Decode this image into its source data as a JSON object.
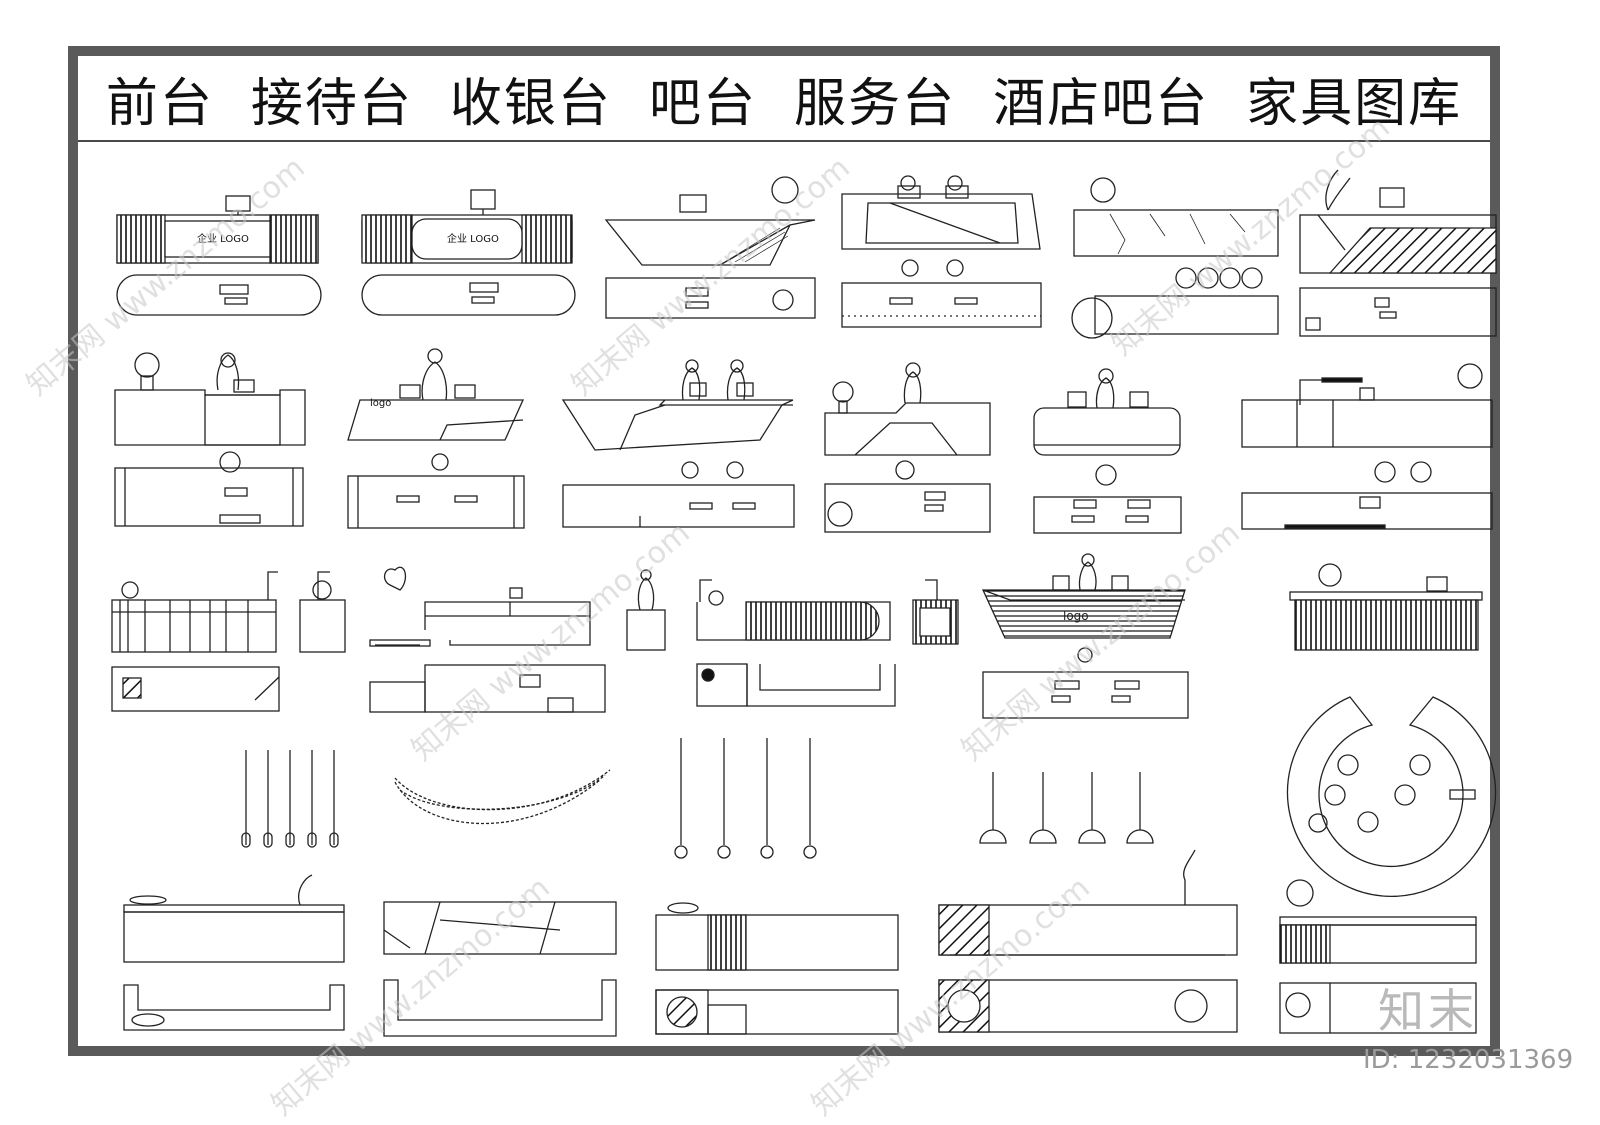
{
  "title": "前台  接待台  收银台  吧台  服务台  酒店吧台  家具图库",
  "logo_labels": {
    "desk1": "企业 LOGO",
    "desk2": "企业 LOGO",
    "desk_logo_a": "logo",
    "desk_logo_b": "logo"
  },
  "watermarks": {
    "site": "www.znzmo.com",
    "brand": "知末网"
  },
  "brand_mark": "知末",
  "id_label": "ID: 1232031369",
  "colors": {
    "frame": "#5a5a5a",
    "line": "#222222",
    "watermark": "#c8c8c8"
  }
}
